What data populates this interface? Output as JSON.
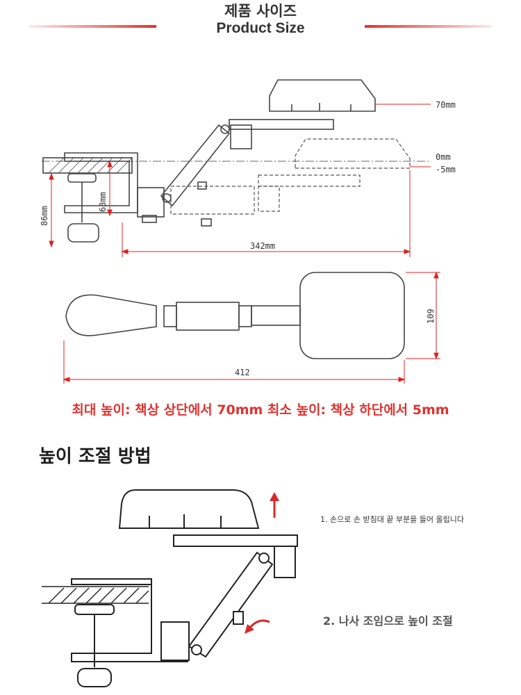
{
  "header": {
    "title_kr": "제품 사이즈",
    "title_en": "Product Size"
  },
  "dimensions": {
    "top_height": "70mm",
    "zero": "0mm",
    "minus": "-5mm",
    "clamp_height": "63mm",
    "total_height": "86mm",
    "side_length": "342mm",
    "plan_length": "412",
    "pad_width": "109"
  },
  "caption": "최대 높이: 책상 상단에서 70mm 최소 높이: 책상 하단에서 5mm",
  "section_title": "높이 조절 방법",
  "steps": {
    "step1": "1. 손으로 손 받침대 끝 부분을 들어 올립니다",
    "step2": "2. 나사 조임으로 높이 조절"
  },
  "colors": {
    "accent_red": "#e0322f",
    "arrow_red": "#d62a2a"
  }
}
